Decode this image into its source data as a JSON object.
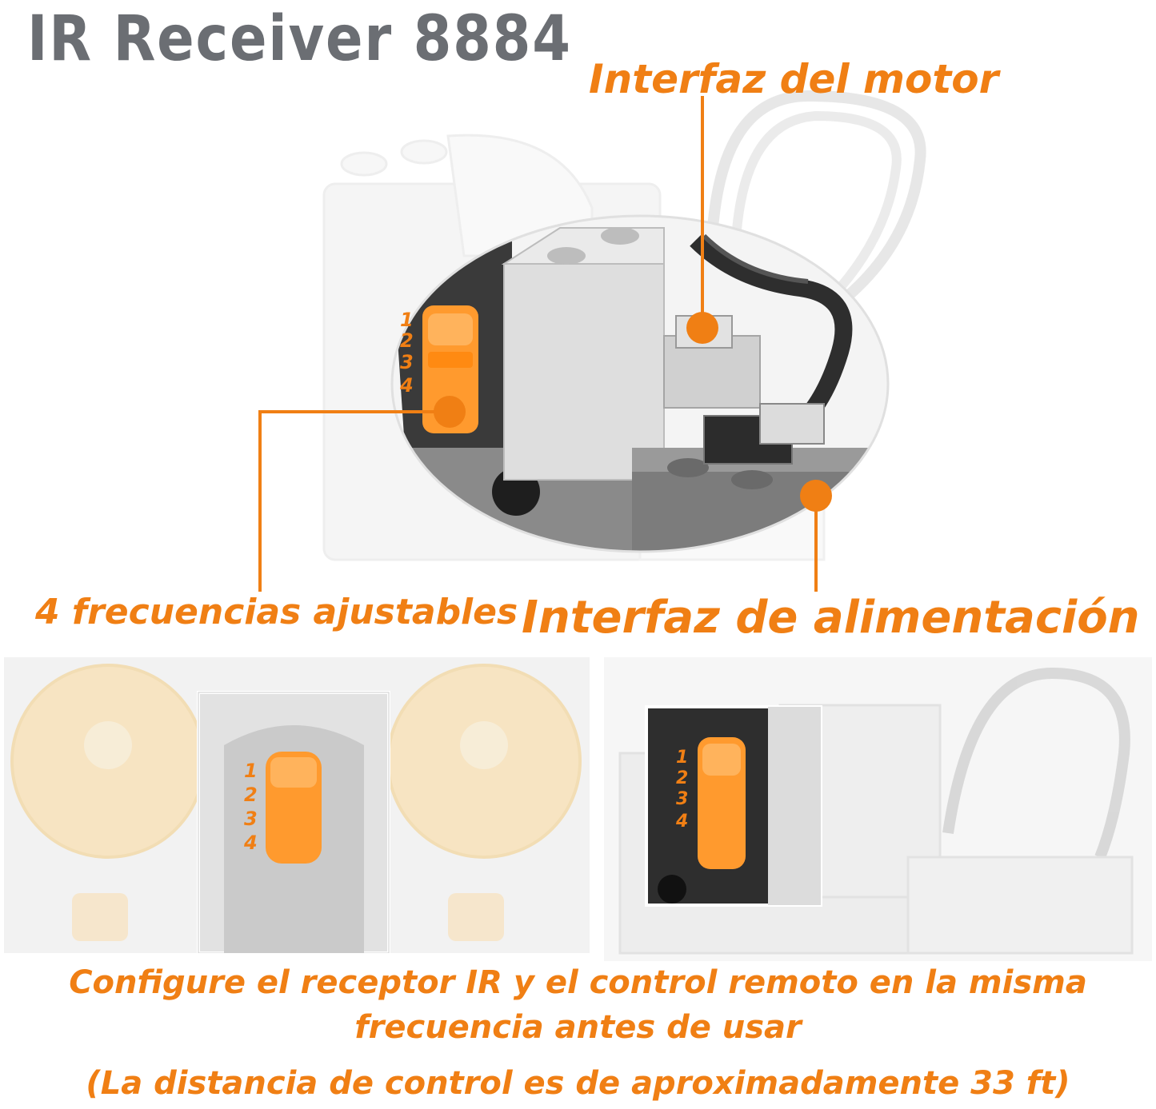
{
  "title": "IR Receiver 8884",
  "callouts": {
    "motor_interface": "Interfaz del motor",
    "frequencies": "4 frecuencias ajustables",
    "power_interface": "Interfaz de alimentación"
  },
  "channel_numbers": [
    "1",
    "2",
    "3",
    "4"
  ],
  "footer": {
    "line1": "Configure el receptor IR y el control remoto en la misma",
    "line2": "frecuencia antes de usar",
    "line3": "(La distancia de control es de aproximadamente 33 ft)"
  },
  "colors": {
    "accent": "#f07f14",
    "title": "#6b6e73"
  }
}
